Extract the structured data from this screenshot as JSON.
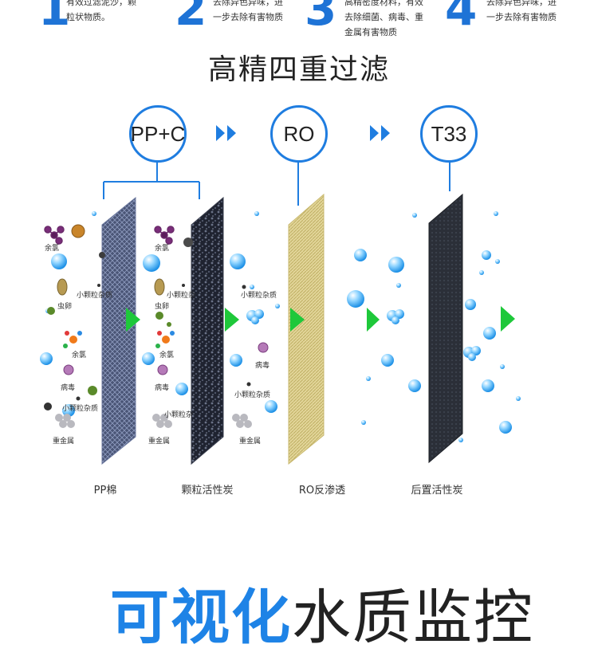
{
  "steps": [
    {
      "num": "1",
      "lines": [
        "有效过滤泥沙，颗",
        "粒状物质。"
      ]
    },
    {
      "num": "2",
      "lines": [
        "去除异色异味，进",
        "一步去除有害物质"
      ]
    },
    {
      "num": "3",
      "lines": [
        "高精密度材料，有效",
        "去除细菌、病毒、重",
        "金属有害物质"
      ]
    },
    {
      "num": "4",
      "lines": [
        "去除异色异味，进",
        "一步去除有害物质"
      ]
    }
  ],
  "title": "高精四重过滤",
  "stages": [
    {
      "circle": "PP+C"
    },
    {
      "circle": "RO"
    },
    {
      "circle": "T33"
    }
  ],
  "filters": [
    "PP棉",
    "颗粒活性炭",
    "RO反渗透",
    "后置活性炭"
  ],
  "contaminants": {
    "residual_chlorine": "余氯",
    "small_particles": "小颗粒杂质",
    "small_particles_cut": "小颗粒杂",
    "eggs": "虫卵",
    "virus": "病毒",
    "heavy_metal": "重金属"
  },
  "bottom": {
    "highlight": "可视化",
    "rest": "水质监控"
  },
  "colors": {
    "accent": "#1f7de0",
    "arrow": "#1ec83a"
  }
}
